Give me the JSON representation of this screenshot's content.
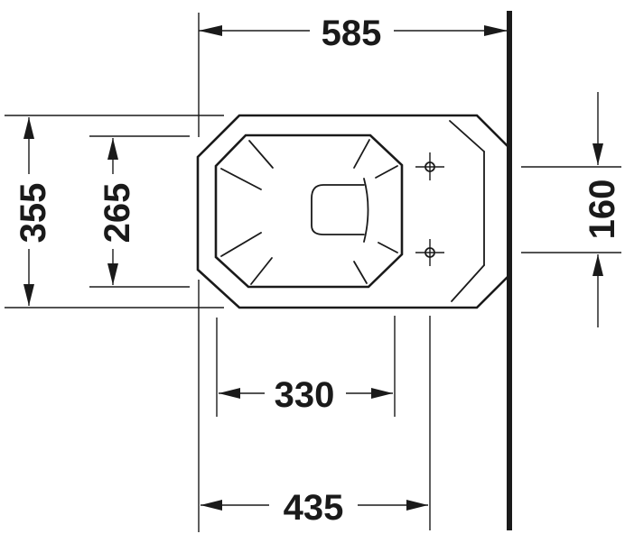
{
  "drawing": {
    "title": "",
    "view": "top view (plan)",
    "colors": {
      "line": "#1a1a1a",
      "background": "#ffffff"
    }
  },
  "dimensions": {
    "overall_depth": {
      "label": "585",
      "orientation": "horizontal",
      "position": "top"
    },
    "overall_width": {
      "label": "355",
      "orientation": "vertical",
      "position": "left-outer"
    },
    "seat_width": {
      "label": "265",
      "orientation": "vertical",
      "position": "left-inner"
    },
    "fixing_hole_spacing": {
      "label": "160",
      "orientation": "vertical",
      "position": "right"
    },
    "bowl_opening_depth": {
      "label": "330",
      "orientation": "horizontal",
      "position": "bottom-inner"
    },
    "wall_to_front_depth": {
      "label": "435",
      "orientation": "horizontal",
      "position": "bottom-outer"
    }
  },
  "elements": {
    "wall": "wall-line",
    "fixing_holes": 2,
    "outer_body": "octagonal-outline",
    "bowl": "octagonal-bowl",
    "outlet": "rounded-outlet"
  }
}
